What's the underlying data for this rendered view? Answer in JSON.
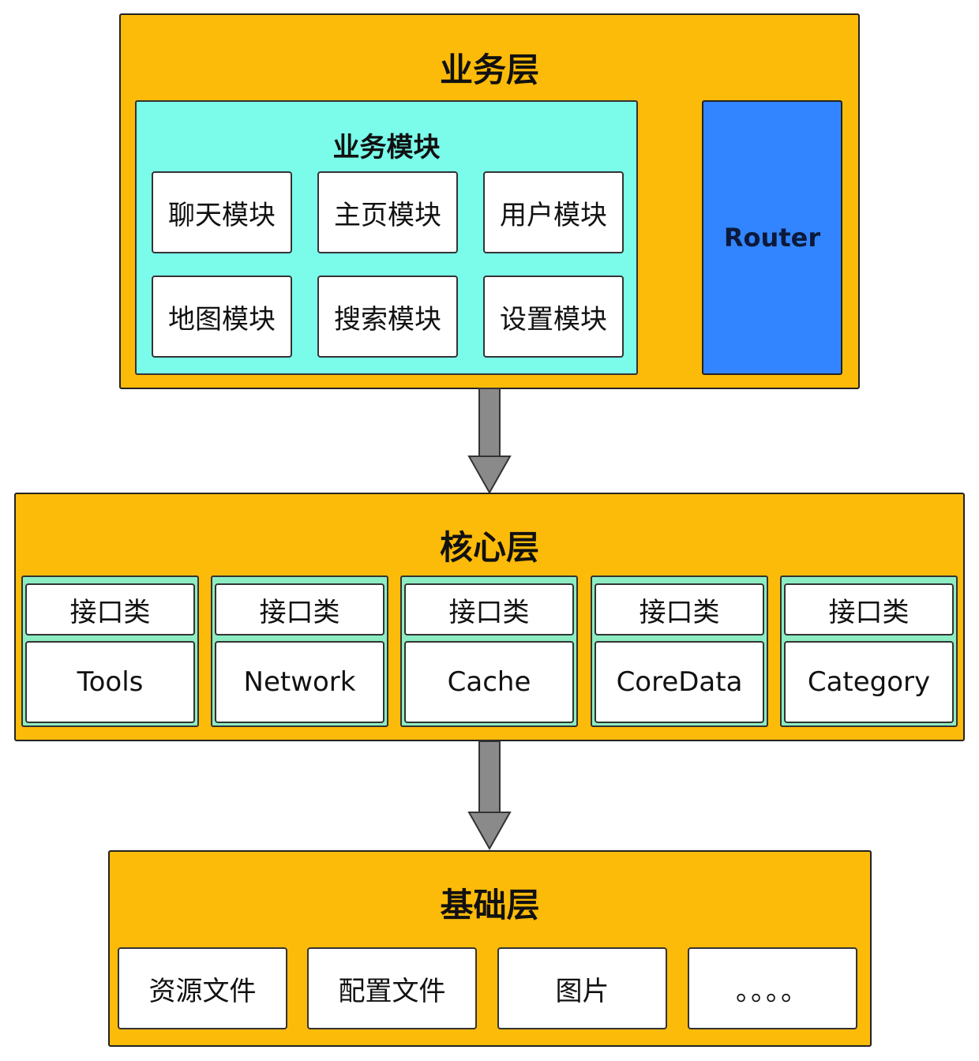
{
  "colors": {
    "layer": "#FDBB09",
    "module_group": "#7BFCEB",
    "router": "#3385FF",
    "arrow": "#8A8A8A",
    "iface_bg": "#8DEDC2"
  },
  "business_layer": {
    "title": "业务层",
    "modules_title": "业务模块",
    "modules": [
      "聊天模块",
      "主页模块",
      "用户模块",
      "地图模块",
      "搜索模块",
      "设置模块"
    ],
    "router_label": "Router"
  },
  "core_layer": {
    "title": "核心层",
    "columns": [
      {
        "interface": "接口类",
        "name": "Tools"
      },
      {
        "interface": "接口类",
        "name": "Network"
      },
      {
        "interface": "接口类",
        "name": "Cache"
      },
      {
        "interface": "接口类",
        "name": "CoreData"
      },
      {
        "interface": "接口类",
        "name": "Category"
      }
    ]
  },
  "base_layer": {
    "title": "基础层",
    "items": [
      "资源文件",
      "配置文件",
      "图片",
      "。。。。"
    ]
  }
}
